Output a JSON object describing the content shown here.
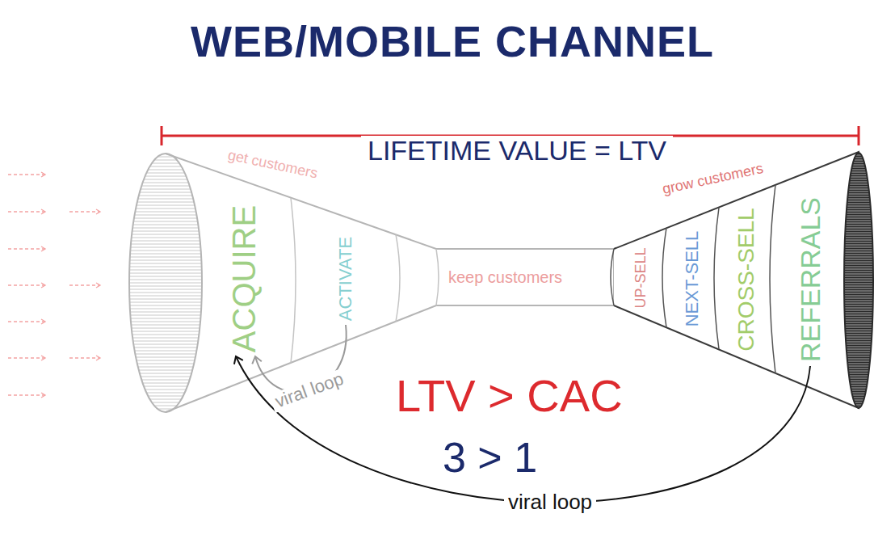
{
  "diagram": {
    "title": "WEB/MOBILE CHANNEL",
    "nodes": [
      {
        "text": [
          "ACQUIRE"
        ]
      },
      {
        "text": [
          "ACTIVATE"
        ]
      },
      {
        "text": [
          "keep customers"
        ]
      },
      {
        "text": [
          "UP-SELL"
        ]
      },
      {
        "text": [
          "NEXT-SELL"
        ]
      },
      {
        "text": [
          "CROSS-SELL"
        ]
      },
      {
        "text": [
          "REFERRALS"
        ]
      }
    ],
    "edges": [
      {
        "from": 6,
        "to": 0,
        "arrow": "to",
        "label": "viral loop"
      },
      {
        "from": 1,
        "to": 0,
        "arrow": "to",
        "label": "viral loop"
      }
    ],
    "labels": [
      "LIFETIME VALUE = LTV",
      "get customers",
      "grow customers",
      "LTV > CAC",
      "3 > 1"
    ]
  }
}
